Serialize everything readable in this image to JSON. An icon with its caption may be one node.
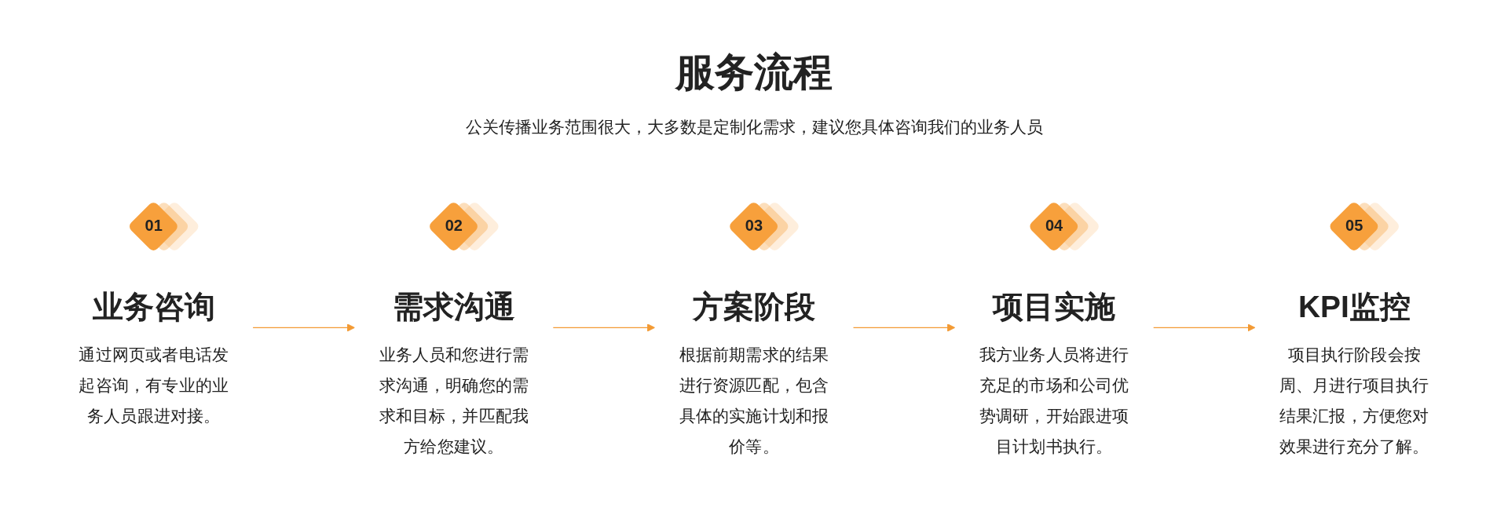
{
  "diagram": {
    "title": "服务流程",
    "nodes": [
      {
        "text": [
          "01",
          "业务咨询",
          "通过网页或者电话发起咨询，有专业的业务人员跟进对接。"
        ]
      },
      {
        "text": [
          "02",
          "需求沟通",
          "业务人员和您进行需求沟通，明确您的需求和目标，并匹配我方给您建议。"
        ]
      },
      {
        "text": [
          "03",
          "方案阶段",
          "根据前期需求的结果进行资源匹配，包含具体的实施计划和报价等。"
        ]
      },
      {
        "text": [
          "04",
          "项目实施",
          "我方业务人员将进行充足的市场和公司优势调研，开始跟进项目计划书执行。"
        ]
      },
      {
        "text": [
          "05",
          "KPI监控",
          "项目执行阶段会按周、月进行项目执行结果汇报，方便您对效果进行充分了解。"
        ]
      }
    ],
    "edges": [
      {
        "from": 0,
        "to": 1,
        "arrow": "to"
      },
      {
        "from": 1,
        "to": 2,
        "arrow": "to"
      },
      {
        "from": 2,
        "to": 3,
        "arrow": "to"
      },
      {
        "from": 3,
        "to": 4,
        "arrow": "to"
      }
    ],
    "labels": [
      "公关传播业务范围很大，大多数是定制化需求，建议您具体咨询我们的业务人员"
    ]
  }
}
